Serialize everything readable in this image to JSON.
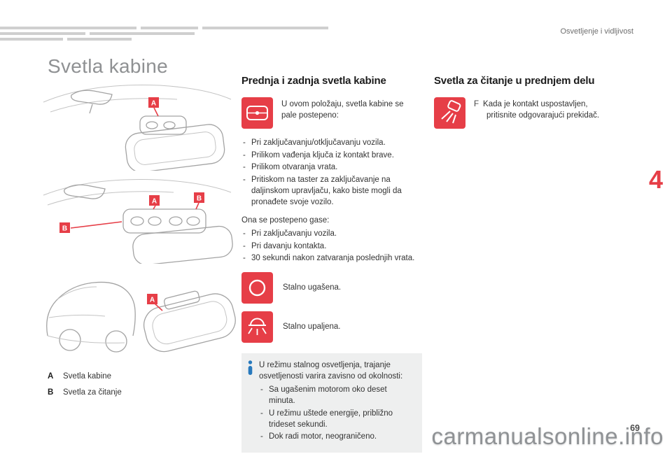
{
  "page": {
    "header_right": "Osvetljenje i vidljivost",
    "title": "Svetla kabine",
    "chapter_number": "4",
    "page_number": "69",
    "watermark": "carmanualsonline.info"
  },
  "colors": {
    "accent_red": "#e63e47",
    "info_blue": "#2779bd"
  },
  "icons": {
    "cabin_light": "cabin-light-icon",
    "always_off": "circle-outline-icon",
    "always_on": "light-rays-icon",
    "reading_light": "reading-light-icon",
    "info": "info-icon"
  },
  "legend": {
    "items": [
      {
        "key": "A",
        "label": "Svetla kabine"
      },
      {
        "key": "B",
        "label": "Svetla za čitanje"
      }
    ]
  },
  "sections": {
    "front_rear": {
      "heading": "Prednja i zadnja svetla kabine",
      "intro": "U ovom položaju, svetla kabine se pale postepeno:",
      "on_list": [
        "Pri zaključavanju/otključavanju vozila.",
        "Prilikom vađenja ključa iz kontakt brave.",
        "Prilikom otvaranja vrata.",
        "Pritiskom na taster za zaključavanje na daljinskom upravljaču, kako biste mogli da pronađete svoje vozilo."
      ],
      "off_intro": "Ona se postepeno gase:",
      "off_list": [
        "Pri zaključavanju vozila.",
        "Pri davanju kontakta.",
        "30 sekundi nakon zatvaranja poslednjih vrata."
      ],
      "always_off": "Stalno ugašena.",
      "always_on": "Stalno upaljena.",
      "info_box": {
        "intro": "U režimu stalnog osvetljenja, trajanje osvetljenosti varira zavisno od okolnosti:",
        "items": [
          "Sa ugašenim motorom oko deset minuta.",
          "U režimu uštede energije, približno trideset sekundi.",
          "Dok radi motor, neograničeno."
        ]
      }
    },
    "front_reading": {
      "heading": "Svetla za čitanje u prednjem delu",
      "pointer": "F",
      "text": "Kada je kontakt uspostavljen, pritisnite odgovarajući prekidač."
    }
  }
}
